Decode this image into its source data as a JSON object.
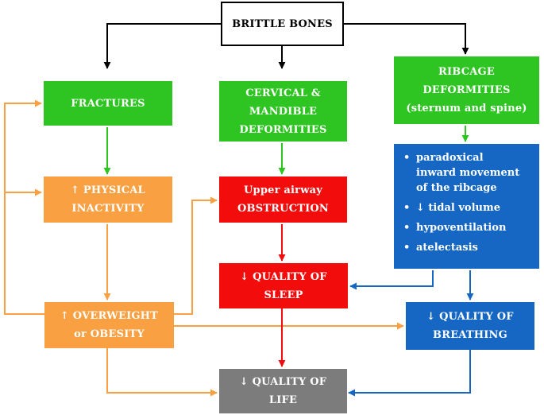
{
  "nodes": {
    "title": {
      "lines": [
        "BRITTLE BONES"
      ]
    },
    "fractures": {
      "lines": [
        "FRACTURES"
      ]
    },
    "cervical": {
      "lines": [
        "CERVICAL &",
        "MANDIBLE",
        "DEFORMITIES"
      ]
    },
    "ribcage": {
      "lines": [
        "RIBCAGE",
        "DEFORMITIES",
        "(sternum and spine)"
      ]
    },
    "inactivity": {
      "lines": [
        "↑ PHYSICAL",
        "INACTIVITY"
      ]
    },
    "airway": {
      "lines": [
        "Upper airway",
        "OBSTRUCTION"
      ]
    },
    "sleep": {
      "lines": [
        "↓ QUALITY OF",
        "SLEEP"
      ]
    },
    "overweight": {
      "lines": [
        "↑ OVERWEIGHT",
        "or OBESITY"
      ]
    },
    "breathing": {
      "lines": [
        "↓ QUALITY OF",
        "BREATHING"
      ]
    },
    "life": {
      "lines": [
        "↓ QUALITY OF",
        "LIFE"
      ]
    }
  },
  "ribcage_effects": [
    [
      "paradoxical",
      "inward movement",
      "of the ribcage"
    ],
    [
      "↓ tidal volume"
    ],
    [
      "hypoventilation"
    ],
    [
      "atelectasis"
    ]
  ],
  "colors": {
    "green": "#2ec421",
    "orange": "#f8a042",
    "red": "#f20c0c",
    "blue": "#1567c3",
    "gray": "#7c7c7c",
    "black": "#000000"
  }
}
